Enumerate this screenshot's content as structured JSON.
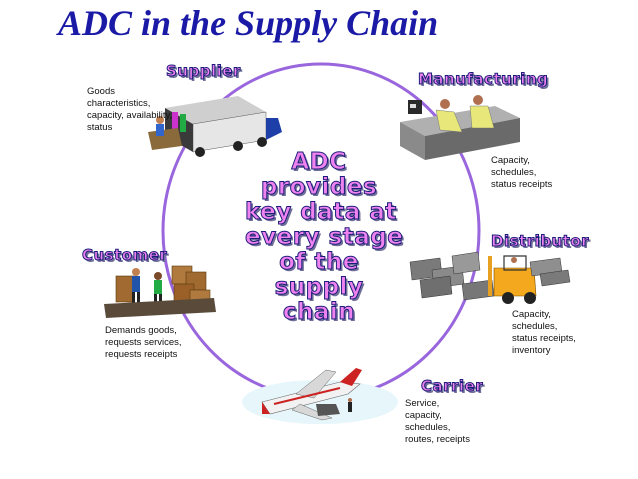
{
  "title": "ADC in the Supply Chain",
  "center_text": [
    "ADC",
    "provides",
    "key data at",
    "every stage",
    "of the",
    "supply",
    "chain"
  ],
  "stages": {
    "supplier": {
      "label": "Supplier",
      "note": "Goods\ncharacteristics,\ncapacity, availability,\nstatus"
    },
    "manufacturing": {
      "label": "Manufacturing",
      "note": "Capacity,\nschedules,\nstatus receipts"
    },
    "distributor": {
      "label": "Distributor",
      "note": "Capacity,\nschedules,\nstatus receipts,\ninventory"
    },
    "carrier": {
      "label": "Carrier",
      "note": "Service,\ncapacity,\nschedules,\nroutes, receipts"
    },
    "customer": {
      "label": "Customer",
      "note": "Demands goods,\nrequests services,\nrequests receipts"
    }
  },
  "colors": {
    "title": "#1a1aa6",
    "cycle_ring": "#9966dd",
    "wordart_fill": "#ee82ee",
    "wordart_outline": "#1c1c7a"
  }
}
